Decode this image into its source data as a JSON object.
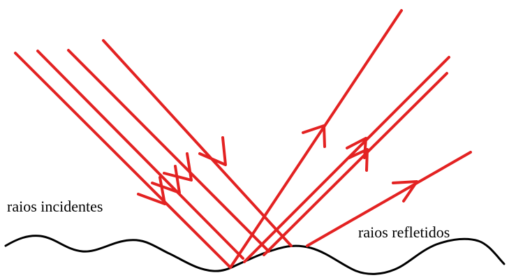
{
  "labels": {
    "incident": "raios incidentes",
    "reflected": "raios refletidos"
  },
  "colors": {
    "ray": "#e32222",
    "surface": "#000000",
    "background": "#ffffff"
  },
  "diagram": {
    "incident_ray_count": 4,
    "reflected_ray_count": 4
  }
}
